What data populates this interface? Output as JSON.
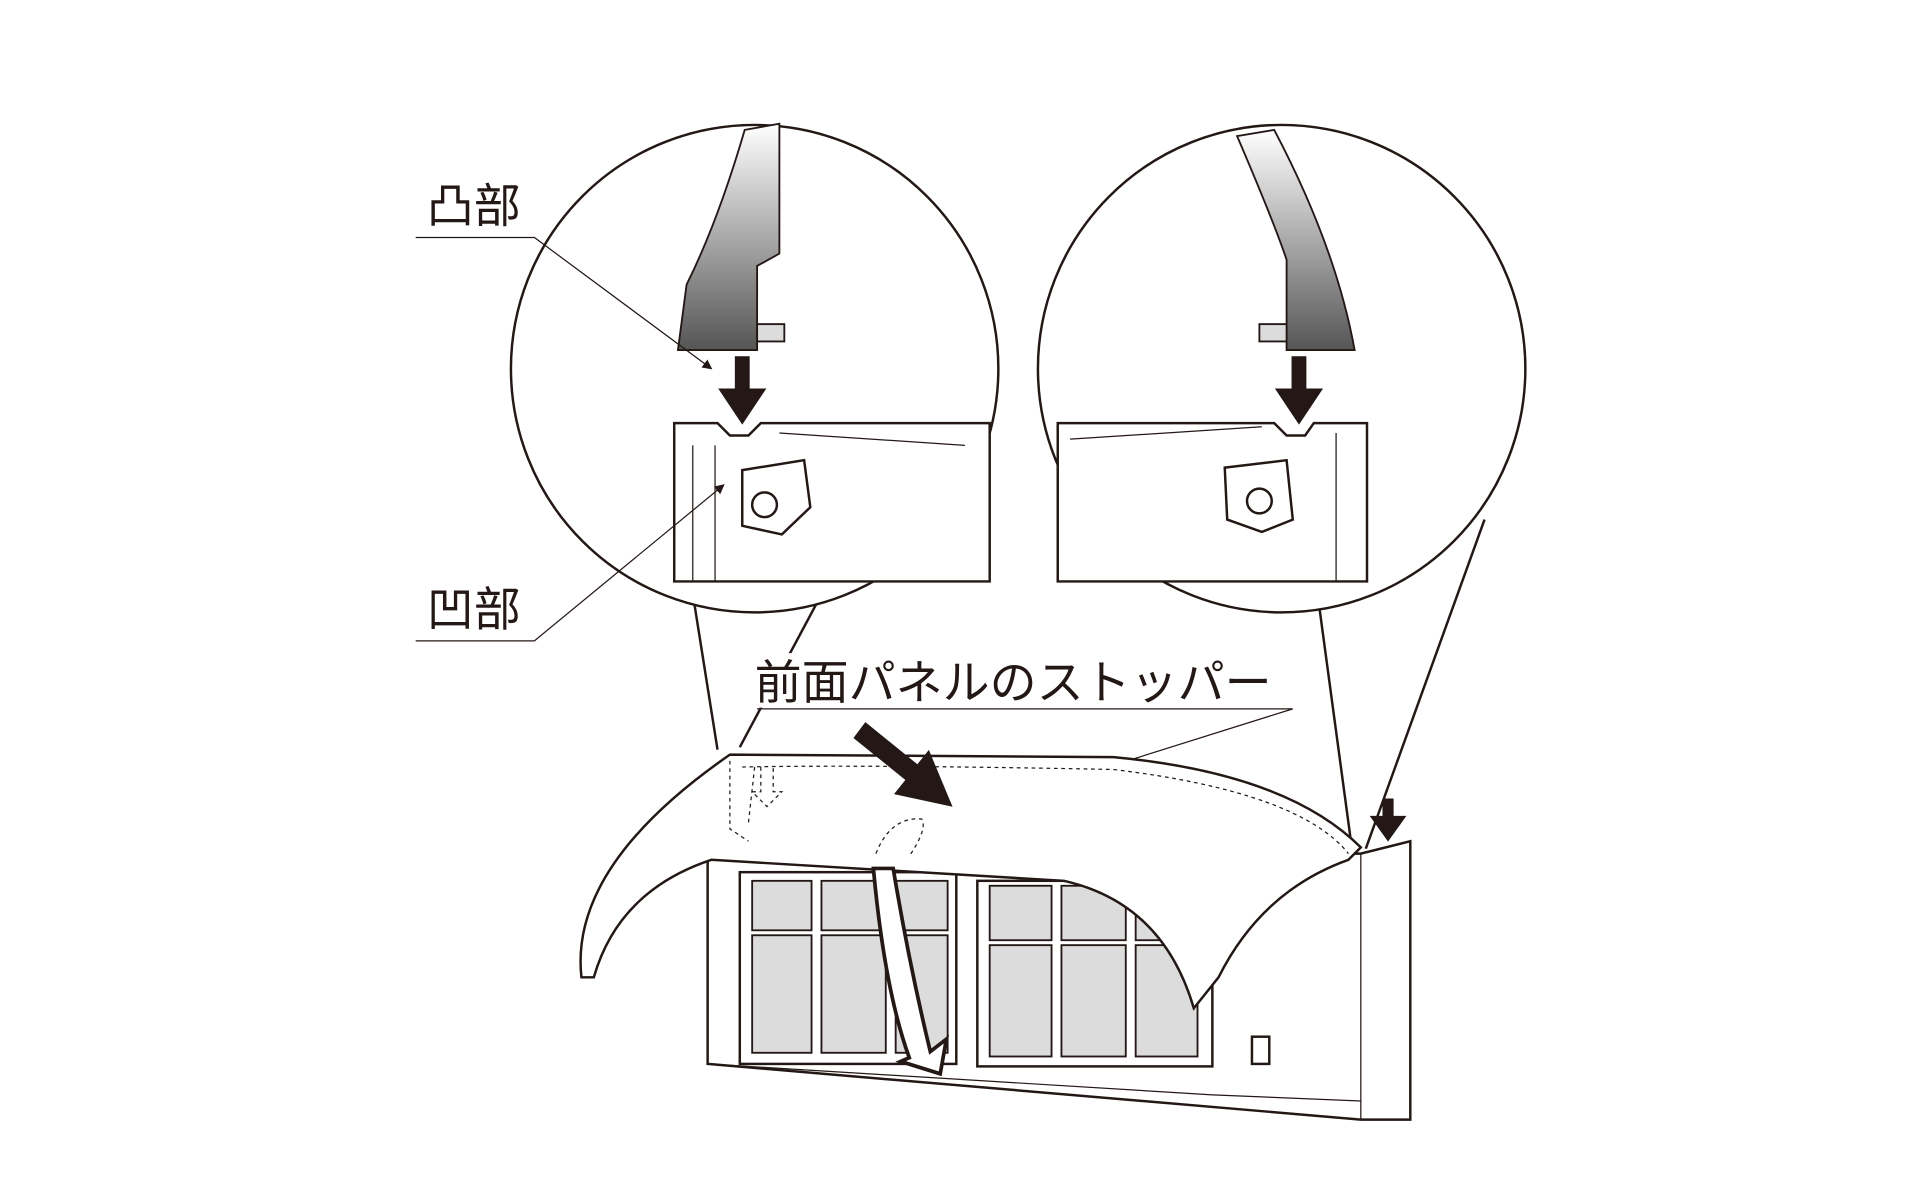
{
  "labels": {
    "convex": "凸部",
    "concave": "凹部",
    "stopper": "前面パネルのストッパー"
  },
  "colors": {
    "line": "#231815",
    "filter": "#dcdcdc"
  }
}
